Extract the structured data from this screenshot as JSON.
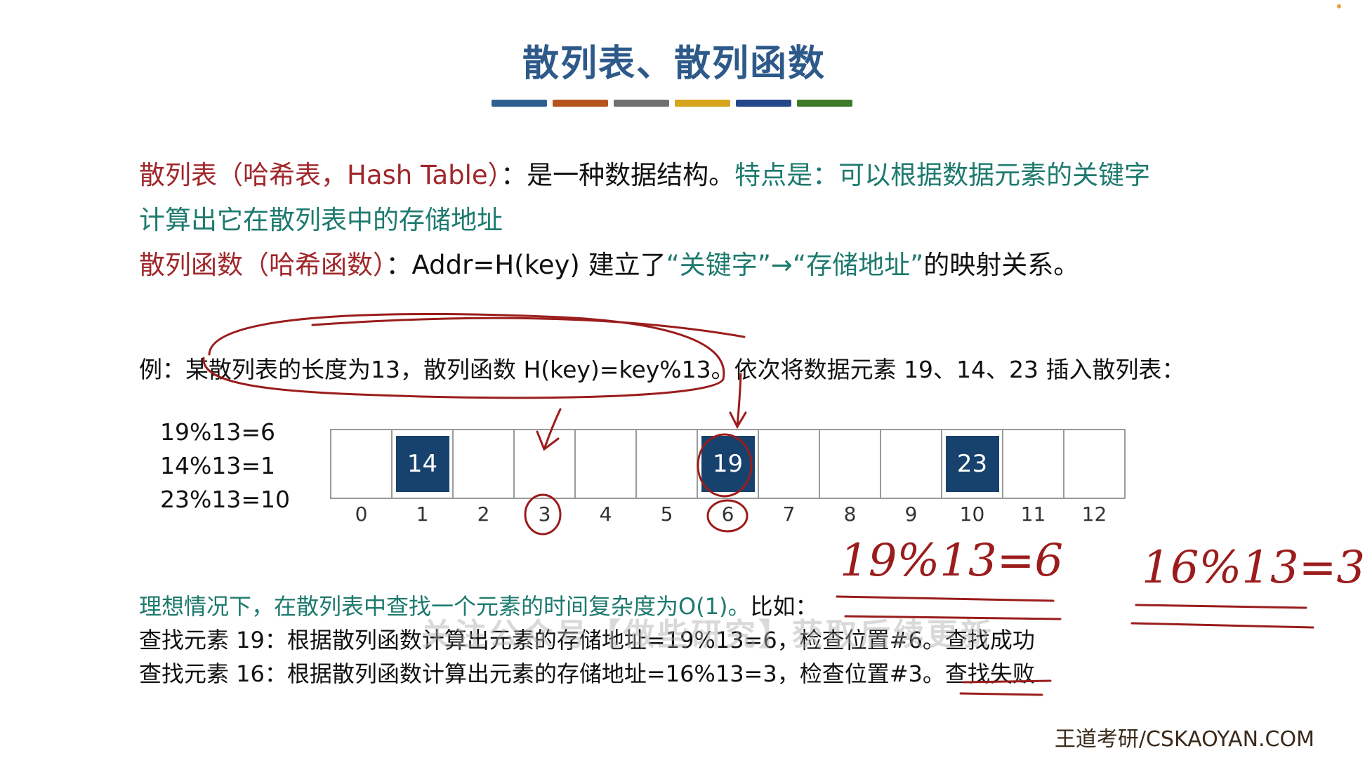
{
  "title": "散列表、散列函数",
  "title_bar_colors": [
    "#2f6190",
    "#b5541f",
    "#6f6f6f",
    "#d6a51b",
    "#24478c",
    "#3e7a2a"
  ],
  "line1": {
    "term": "散列表（哈希表，Hash Table）",
    "colon": "：",
    "desc": "是一种数据结构。",
    "feature": "特点是：可以根据数据元素的关键字"
  },
  "line2": {
    "feature_cont": "计算出它在散列表中的存储地址"
  },
  "line3": {
    "term": "散列函数（哈希函数）",
    "colon": "：",
    "formula": "Addr=H(key) 建立了",
    "q1": "“关键字”→“存储地址”",
    "tail": "的映射关系。"
  },
  "example": "例：某散列表的长度为13，散列函数 H(key)=key%13。依次将数据元素 19、14、23 插入散列表：",
  "calcs": [
    "19%13=6",
    "14%13=1",
    "23%13=10"
  ],
  "table": {
    "cells": [
      "",
      "14",
      "",
      "",
      "",
      "",
      "19",
      "",
      "",
      "",
      "23",
      "",
      ""
    ],
    "indices": [
      "0",
      "1",
      "2",
      "3",
      "4",
      "5",
      "6",
      "7",
      "8",
      "9",
      "10",
      "11",
      "12"
    ]
  },
  "bottom": {
    "ideal": "理想情况下，在散列表中查找一个元素的时间复杂度为O(1)。",
    "ideal_tail": "比如：",
    "find19": "查找元素 19：根据散列函数计算出元素的存储地址=19%13=6，检查位置#6。查找成功",
    "find16": "查找元素 16：根据散列函数计算出元素的存储地址=16%13=3，检查位置#3。查找失败"
  },
  "watermark": "关注公众号【做些研究】获取后续更新",
  "brand": "王道考研/CSKAOYAN.COM",
  "handwriting": {
    "eq1": "19%13=6",
    "eq2": "16%13=3"
  },
  "colors": {
    "title": "#2e5a8a",
    "term_red": "#a0272b",
    "feature_green": "#1d7a6e",
    "cell_fill": "#18426e",
    "ink": "#9b1c1c"
  }
}
